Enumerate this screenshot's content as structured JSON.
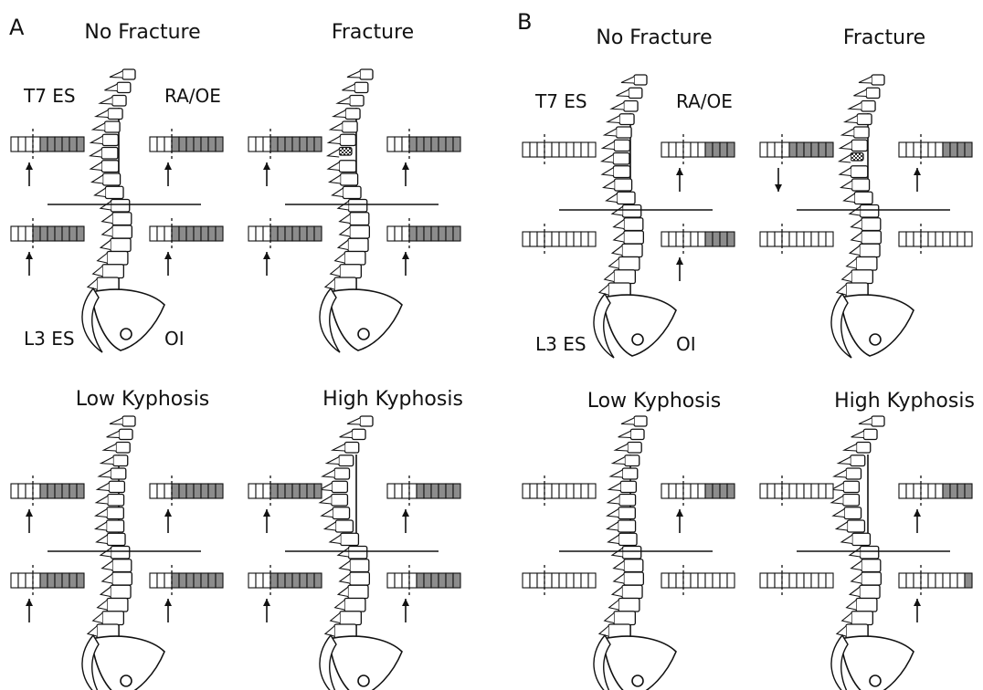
{
  "panels": [
    {
      "letter": "A",
      "scenarios": [
        {
          "title": "No Fracture",
          "fracture": false,
          "kyphosis": "normal",
          "show_labels": true,
          "muscles": [
            {
              "name": "T7 ES",
              "shade": 6,
              "arrow": "up"
            },
            {
              "name": "RA/OE",
              "shade": 7,
              "arrow": "up"
            },
            {
              "name": "L3 ES",
              "shade": 7,
              "arrow": "up"
            },
            {
              "name": "OI",
              "shade": 7,
              "arrow": "up"
            }
          ]
        },
        {
          "title": "Fracture",
          "fracture": true,
          "kyphosis": "normal",
          "show_labels": false,
          "muscles": [
            {
              "name": "T7 ES",
              "shade": 7,
              "arrow": "up"
            },
            {
              "name": "RA/OE",
              "shade": 7,
              "arrow": "up"
            },
            {
              "name": "L3 ES",
              "shade": 7,
              "arrow": "up"
            },
            {
              "name": "OI",
              "shade": 7,
              "arrow": "up"
            }
          ]
        },
        {
          "title": "Low Kyphosis",
          "fracture": false,
          "kyphosis": "low",
          "show_labels": false,
          "muscles": [
            {
              "name": "T7 ES",
              "shade": 6,
              "arrow": "up"
            },
            {
              "name": "RA/OE",
              "shade": 7,
              "arrow": "up"
            },
            {
              "name": "L3 ES",
              "shade": 6,
              "arrow": "up"
            },
            {
              "name": "OI",
              "shade": 7,
              "arrow": "up"
            }
          ]
        },
        {
          "title": "High Kyphosis",
          "fracture": false,
          "kyphosis": "high",
          "show_labels": false,
          "muscles": [
            {
              "name": "T7 ES",
              "shade": 7,
              "arrow": "up"
            },
            {
              "name": "RA/OE",
              "shade": 6,
              "arrow": "up"
            },
            {
              "name": "L3 ES",
              "shade": 7,
              "arrow": "up"
            },
            {
              "name": "OI",
              "shade": 6,
              "arrow": "up"
            }
          ]
        }
      ]
    },
    {
      "letter": "B",
      "scenarios": [
        {
          "title": "No Fracture",
          "fracture": false,
          "kyphosis": "normal",
          "show_labels": true,
          "muscles": [
            {
              "name": "T7 ES",
              "shade": 0,
              "arrow": "none"
            },
            {
              "name": "RA/OE",
              "shade": 4,
              "arrow": "up"
            },
            {
              "name": "L3 ES",
              "shade": 0,
              "arrow": "none"
            },
            {
              "name": "OI",
              "shade": 4,
              "arrow": "up"
            }
          ]
        },
        {
          "title": "Fracture",
          "fracture": true,
          "kyphosis": "normal",
          "show_labels": false,
          "muscles": [
            {
              "name": "T7 ES",
              "shade": 6,
              "arrow": "down"
            },
            {
              "name": "RA/OE",
              "shade": 4,
              "arrow": "up"
            },
            {
              "name": "L3 ES",
              "shade": 0,
              "arrow": "none"
            },
            {
              "name": "OI",
              "shade": 0,
              "arrow": "none"
            }
          ]
        },
        {
          "title": "Low Kyphosis",
          "fracture": false,
          "kyphosis": "low",
          "show_labels": false,
          "muscles": [
            {
              "name": "T7 ES",
              "shade": 0,
              "arrow": "none"
            },
            {
              "name": "RA/OE",
              "shade": 4,
              "arrow": "up"
            },
            {
              "name": "L3 ES",
              "shade": 0,
              "arrow": "none"
            },
            {
              "name": "OI",
              "shade": 0,
              "arrow": "none"
            }
          ]
        },
        {
          "title": "High Kyphosis",
          "fracture": false,
          "kyphosis": "high",
          "show_labels": false,
          "muscles": [
            {
              "name": "T7 ES",
              "shade": 0,
              "arrow": "none"
            },
            {
              "name": "RA/OE",
              "shade": 4,
              "arrow": "up"
            },
            {
              "name": "L3 ES",
              "shade": 0,
              "arrow": "none"
            },
            {
              "name": "OI",
              "shade": 1,
              "arrow": "up"
            }
          ]
        }
      ]
    }
  ],
  "bar_segments": 10,
  "colors": {
    "ink": "#111111",
    "activation_fill": "#8c8c8c",
    "empty_fill": "#ffffff",
    "fracture_fill": "#b5b5b5"
  }
}
